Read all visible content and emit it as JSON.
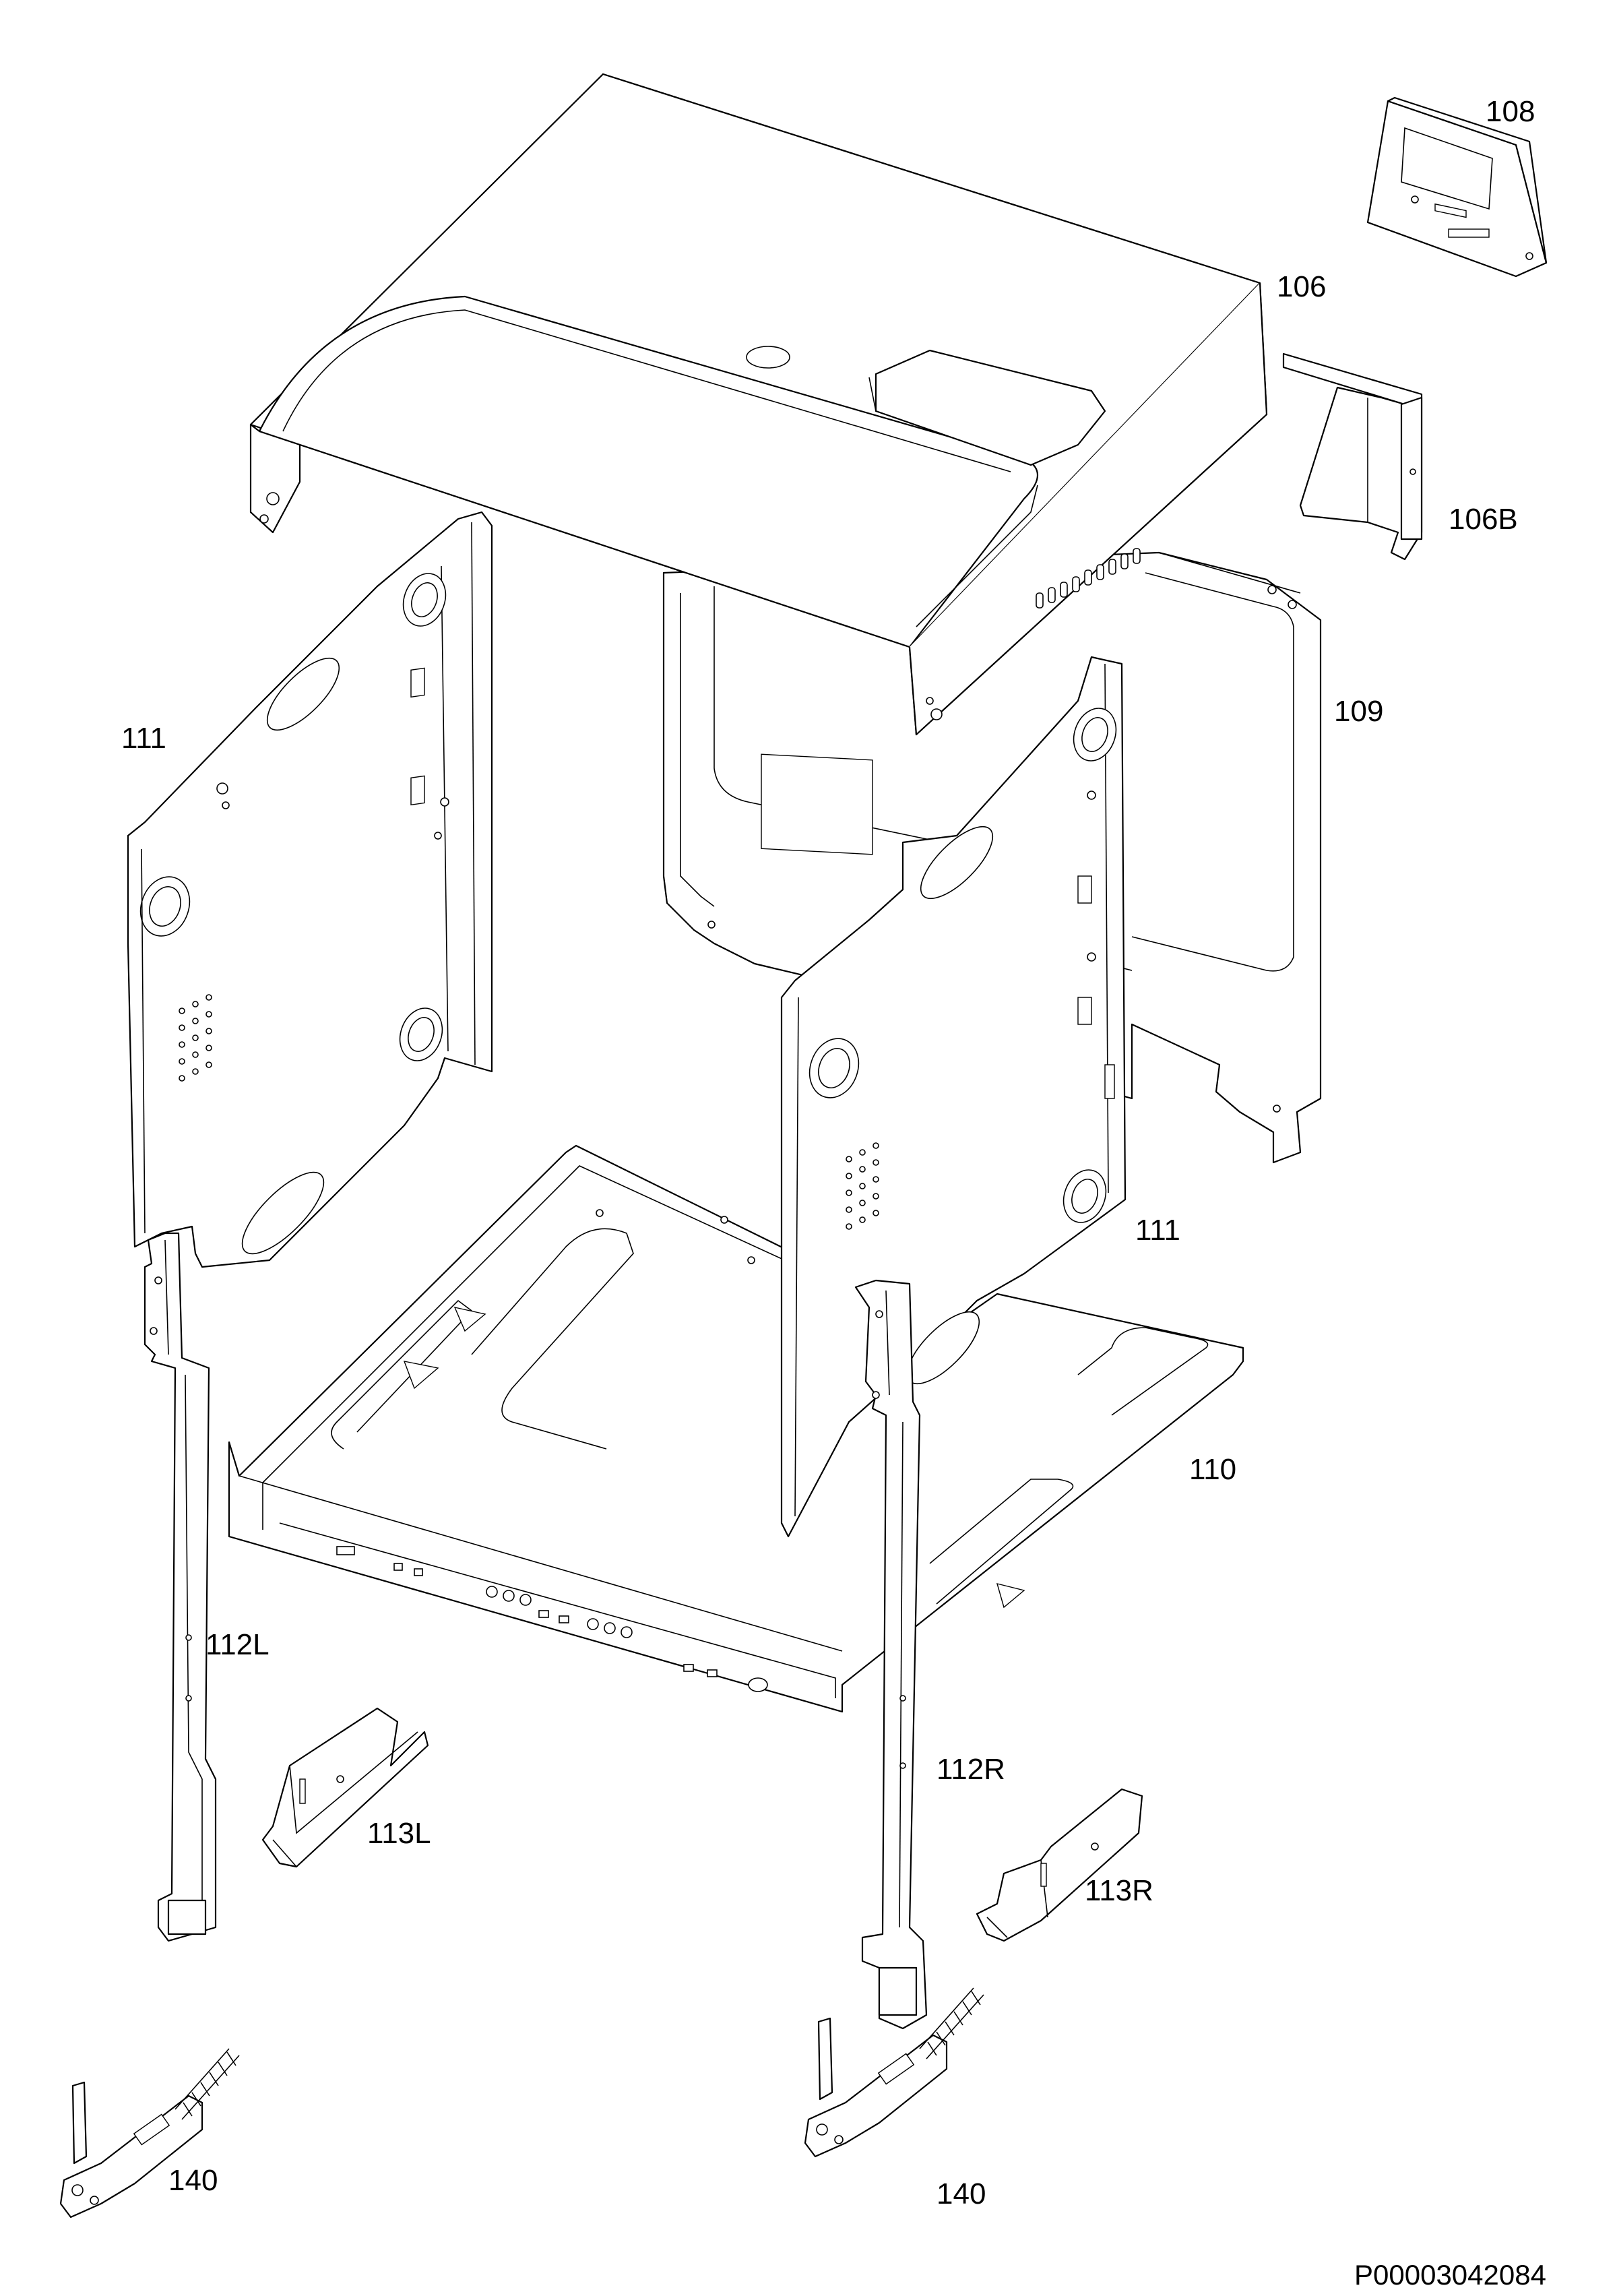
{
  "diagram": {
    "labels": {
      "p108": "108",
      "p106": "106",
      "p106B": "106B",
      "p109": "109",
      "p111_left": "111",
      "p111_right": "111",
      "p110": "110",
      "p112L": "112L",
      "p112R": "112R",
      "p113L": "113L",
      "p113R": "113R",
      "p140_left": "140",
      "p140_right": "140"
    },
    "document_id": "P00003042084"
  }
}
